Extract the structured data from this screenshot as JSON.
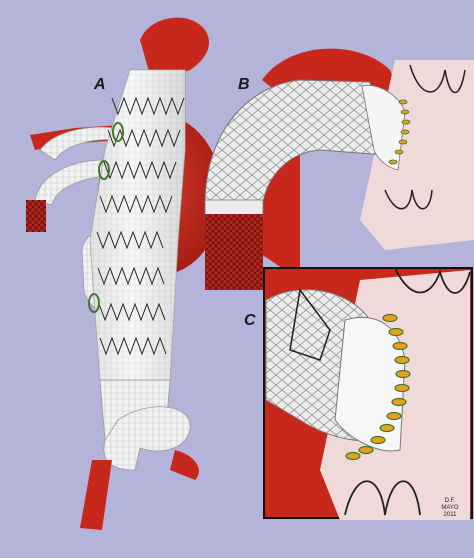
{
  "figure": {
    "panel_labels": [
      "A",
      "B",
      "C"
    ],
    "signature": [
      "D.F.",
      "MAYO",
      "2011"
    ]
  },
  "colors": {
    "background": "#b4b4da",
    "aorta_red": "#c8281c",
    "graft_white": "#f2f2f2",
    "stent_wire": "#222222",
    "cuff_orange": "#e6a020",
    "cuff_green": "#3f7a2a"
  }
}
